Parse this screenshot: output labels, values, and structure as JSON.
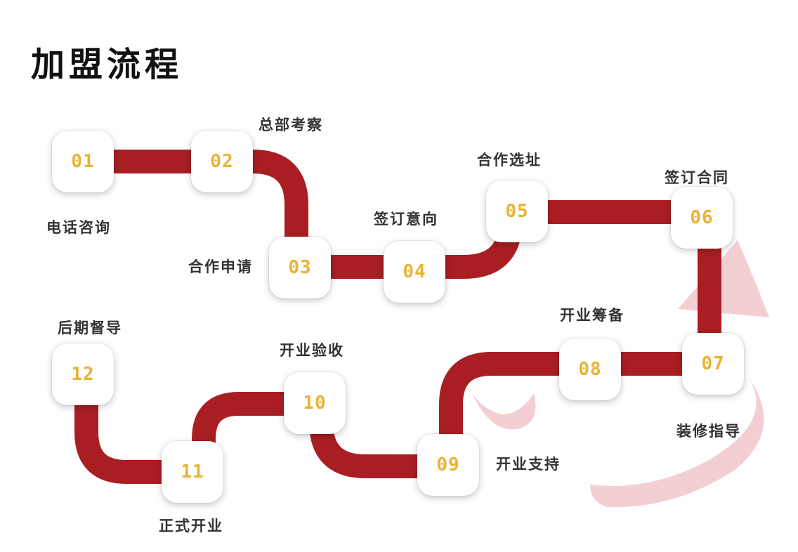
{
  "title": "加盟流程",
  "colors": {
    "path": "#a91e22",
    "number": "#e9b335",
    "decor": "#f3cfd3",
    "label": "#333333",
    "title": "#111111"
  },
  "steps": [
    {
      "number": "01",
      "label": "电话咨询"
    },
    {
      "number": "02",
      "label": "总部考察"
    },
    {
      "number": "03",
      "label": "合作申请"
    },
    {
      "number": "04",
      "label": "签订意向"
    },
    {
      "number": "05",
      "label": "合作选址"
    },
    {
      "number": "06",
      "label": "签订合同"
    },
    {
      "number": "07",
      "label": "装修指导"
    },
    {
      "number": "08",
      "label": "开业筹备"
    },
    {
      "number": "09",
      "label": "开业支持"
    },
    {
      "number": "10",
      "label": "开业验收"
    },
    {
      "number": "11",
      "label": "正式开业"
    },
    {
      "number": "12",
      "label": "后期督导"
    }
  ]
}
